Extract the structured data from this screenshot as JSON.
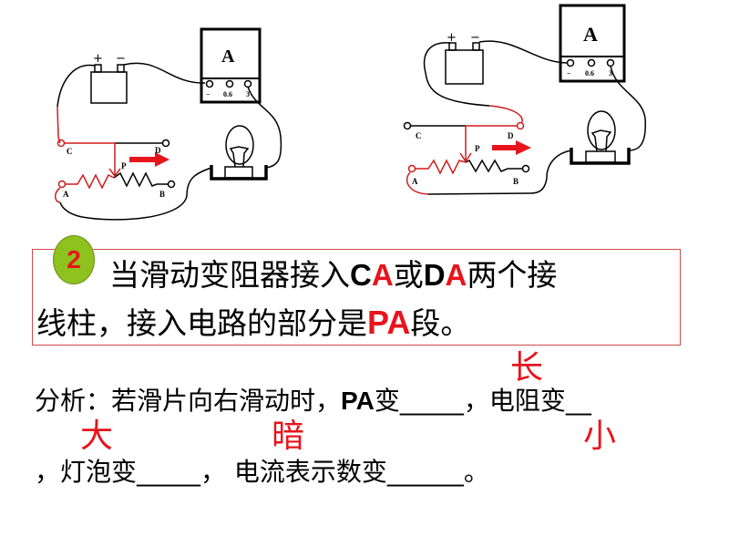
{
  "circuits": [
    {
      "ammeter_label": "A",
      "terminals": [
        "−",
        "0.6",
        "3"
      ],
      "battery_plus": "+",
      "battery_minus": "−",
      "points": {
        "c": "C",
        "d": "D",
        "p": "P",
        "a": "A",
        "b": "B"
      }
    },
    {
      "ammeter_label": "A",
      "terminals": [
        "−",
        "0.6",
        "3"
      ],
      "battery_plus": "+",
      "battery_minus": "−",
      "points": {
        "c": "C",
        "d": "D",
        "p": "P",
        "a": "A",
        "b": "B"
      }
    }
  ],
  "question": {
    "number": "2",
    "line1_a": "当滑动变阻器接入",
    "line1_c": "C",
    "line1_a1": "A",
    "line1_or": "或",
    "line1_d": "D",
    "line1_a2": "A",
    "line1_b": "两个接",
    "line2_a": "线柱，接入电路的部分是",
    "line2_pa": "PA",
    "line2_b": "段。"
  },
  "analysis": {
    "line1_a": "分析：若滑片向右滑动时，",
    "line1_pa": "PA",
    "line1_b": "变_____，电阻变__",
    "line2": "，灯泡变_____，  电流表示数变______。",
    "answers": [
      "长",
      "大",
      "暗",
      "小"
    ]
  },
  "colors": {
    "accent": "#e8141c",
    "badge": "#8dc21f",
    "border": "#d04a4a"
  }
}
